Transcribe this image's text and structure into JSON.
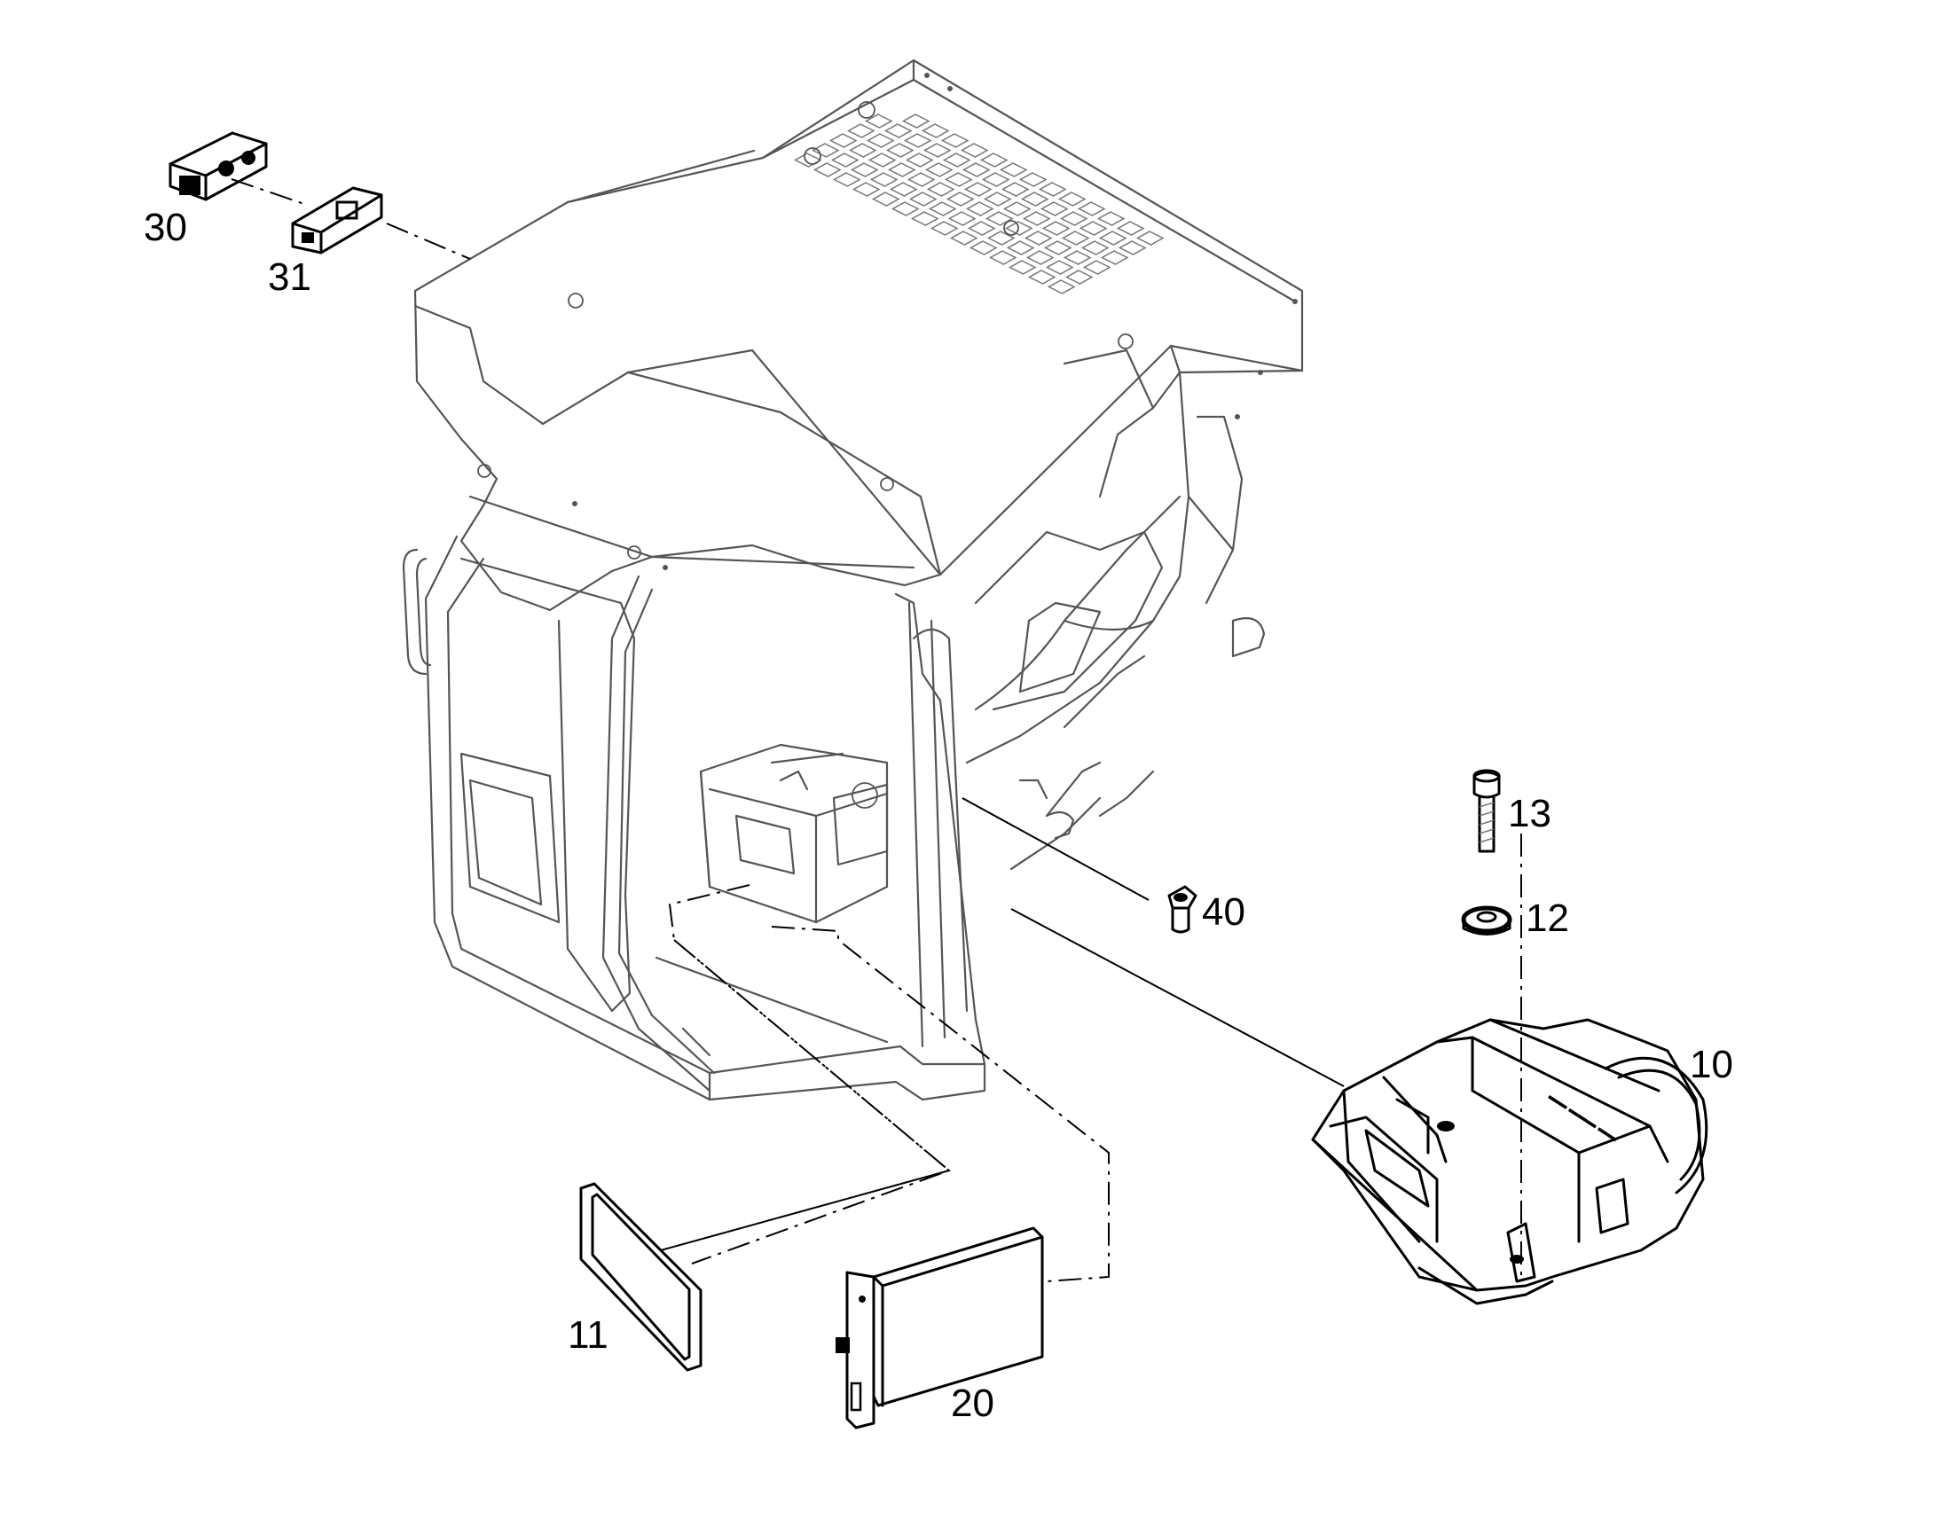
{
  "callouts": {
    "p10": "10",
    "p11": "11",
    "p12": "12",
    "p13": "13",
    "p20": "20",
    "p30": "30",
    "p31": "31",
    "p40": "40"
  },
  "colors": {
    "outline": "#555555",
    "part_outline": "#000000",
    "background": "#ffffff"
  }
}
